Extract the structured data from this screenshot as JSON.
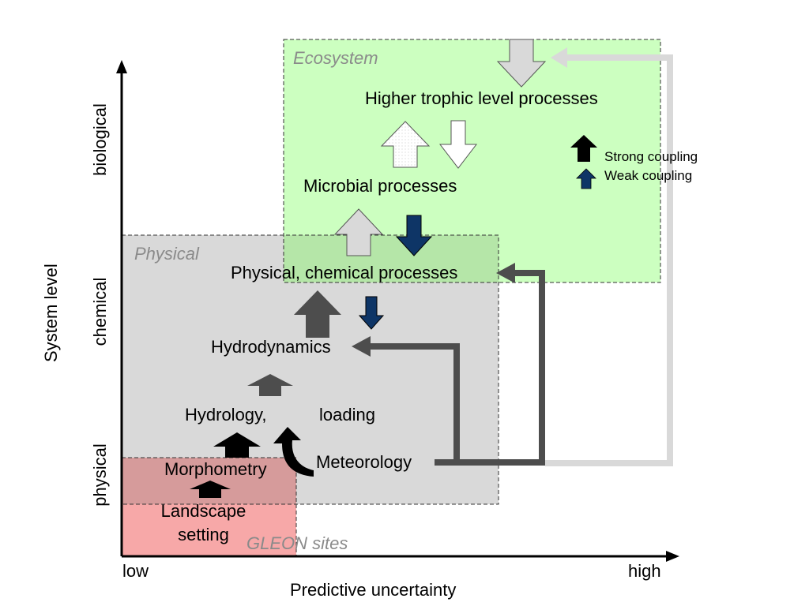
{
  "regions": {
    "ecosystem": "Ecosystem",
    "physical": "Physical",
    "gleon": "GLEON sites"
  },
  "nodes": {
    "higher_trophic": "Higher trophic level processes",
    "microbial": "Microbial processes",
    "physical_chemical": "Physical, chemical processes",
    "hydrodynamics": "Hydrodynamics",
    "hydrology": "Hydrology,",
    "loading": "loading",
    "meteorology": "Meteorology",
    "morphometry": "Morphometry",
    "landscape_line1": "Landscape",
    "landscape_line2": "setting"
  },
  "legend": {
    "strong": "Strong coupling",
    "weak": "Weak coupling"
  },
  "axes": {
    "y_title": "System level",
    "y_ticks": [
      "physical",
      "chemical",
      "biological"
    ],
    "x_title": "Predictive uncertainty",
    "x_low": "low",
    "x_high": "high"
  },
  "colors": {
    "ecosystem_fill": "#ccffc0",
    "physical_fill": "#d9d9d9",
    "gleon_fill": "#f7a8a8",
    "overlap_fill": "#b5e6a8",
    "strong_coupling": "#000000",
    "weak_coupling": "#0e3566",
    "dark_gray": "#4d4d4d",
    "light_gray": "#d9d9d9"
  }
}
